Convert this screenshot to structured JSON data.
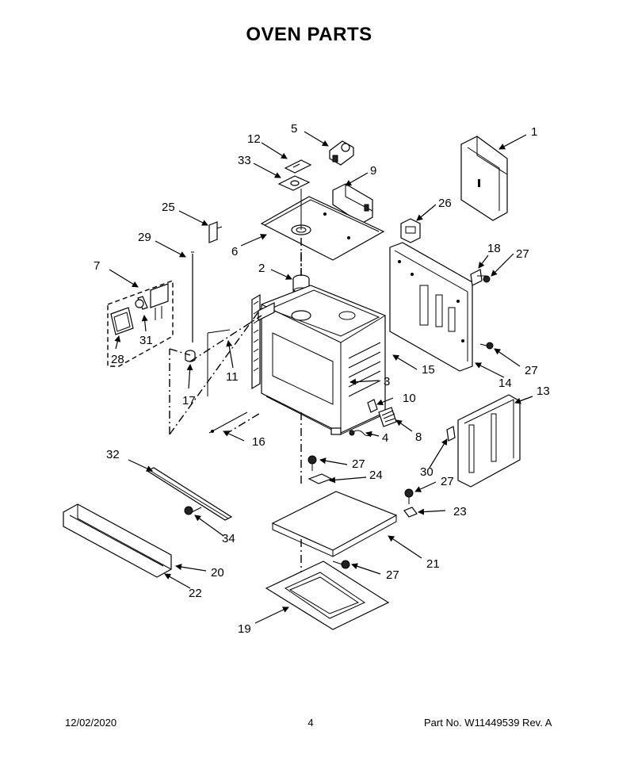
{
  "title": "OVEN PARTS",
  "footer": {
    "date": "12/02/2020",
    "page": "4",
    "part_no": "Part No.  W11449539  Rev.  A"
  },
  "callouts": {
    "c1": "1",
    "c2": "2",
    "c3": "3",
    "c4": "4",
    "c5": "5",
    "c6": "6",
    "c7": "7",
    "c8": "8",
    "c9": "9",
    "c10": "10",
    "c11": "11",
    "c12": "12",
    "c13": "13",
    "c14": "14",
    "c15": "15",
    "c16": "16",
    "c17": "17",
    "c18": "18",
    "c19": "19",
    "c20": "20",
    "c21": "21",
    "c22": "22",
    "c23": "23",
    "c24": "24",
    "c25": "25",
    "c26": "26",
    "c27a": "27",
    "c27b": "27",
    "c27c": "27",
    "c27d": "27",
    "c27e": "27",
    "c28": "28",
    "c29": "29",
    "c30": "30",
    "c31": "31",
    "c32": "32",
    "c33": "33",
    "c34": "34"
  }
}
